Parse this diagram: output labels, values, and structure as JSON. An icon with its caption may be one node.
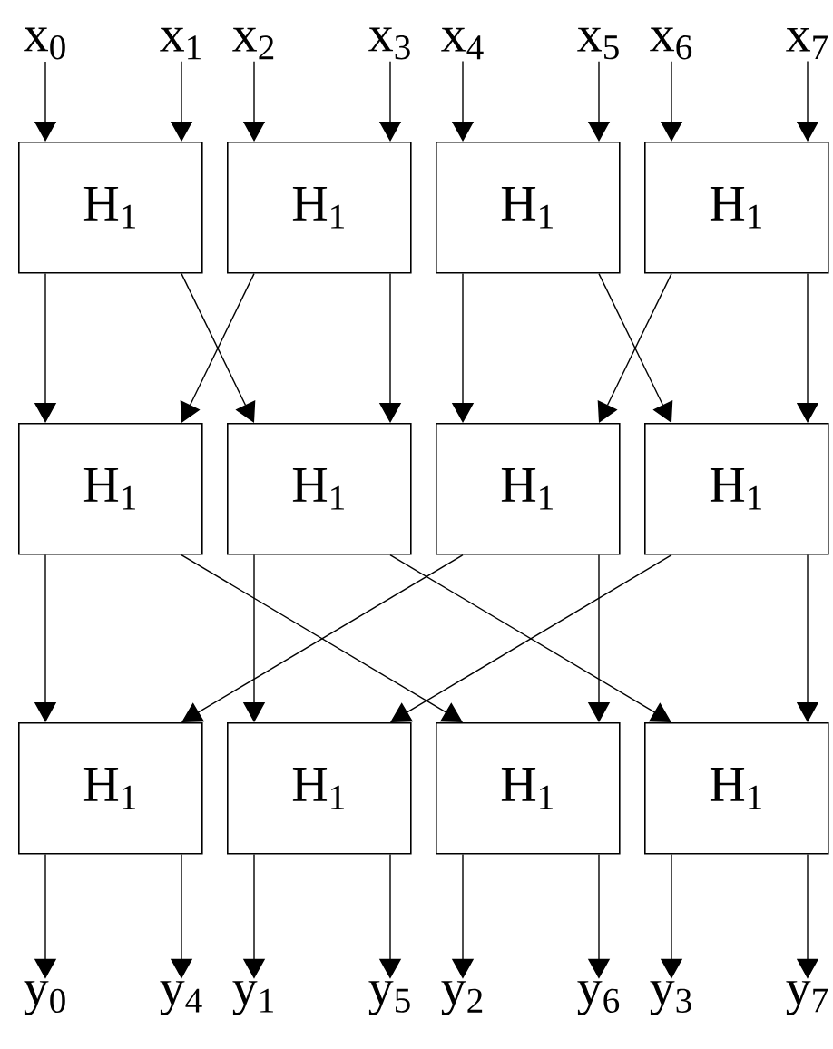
{
  "diagram": {
    "nodes": [
      {
        "text": [
          "x$_{0}$"
        ]
      },
      {
        "text": [
          "x$_{1}$"
        ]
      },
      {
        "text": [
          "x$_{2}$"
        ]
      },
      {
        "text": [
          "x$_{3}$"
        ]
      },
      {
        "text": [
          "x$_{4}$"
        ]
      },
      {
        "text": [
          "x$_{5}$"
        ]
      },
      {
        "text": [
          "x$_{6}$"
        ]
      },
      {
        "text": [
          "x$_{7}$"
        ]
      },
      {
        "text": [
          "H$_{1}$"
        ]
      },
      {
        "text": [
          "H$_{1}$"
        ]
      },
      {
        "text": [
          "H$_{1}$"
        ]
      },
      {
        "text": [
          "H$_{1}$"
        ]
      },
      {
        "text": [
          "H$_{1}$"
        ]
      },
      {
        "text": [
          "H$_{1}$"
        ]
      },
      {
        "text": [
          "H$_{1}$"
        ]
      },
      {
        "text": [
          "H$_{1}$"
        ]
      },
      {
        "text": [
          "H$_{1}$"
        ]
      },
      {
        "text": [
          "H$_{1}$"
        ]
      },
      {
        "text": [
          "H$_{1}$"
        ]
      },
      {
        "text": [
          "H$_{1}$"
        ]
      },
      {
        "text": [
          "y$_{0}$"
        ]
      },
      {
        "text": [
          "y$_{4}$"
        ]
      },
      {
        "text": [
          "y$_{1}$"
        ]
      },
      {
        "text": [
          "y$_{5}$"
        ]
      },
      {
        "text": [
          "y$_{2}$"
        ]
      },
      {
        "text": [
          "y$_{6}$"
        ]
      },
      {
        "text": [
          "y$_{3}$"
        ]
      },
      {
        "text": [
          "y$_{7}$"
        ]
      }
    ],
    "edges": [
      {
        "from": 0,
        "to": 8,
        "arrow": "to"
      },
      {
        "from": 1,
        "to": 8,
        "arrow": "to"
      },
      {
        "from": 2,
        "to": 9,
        "arrow": "to"
      },
      {
        "from": 3,
        "to": 9,
        "arrow": "to"
      },
      {
        "from": 4,
        "to": 10,
        "arrow": "to"
      },
      {
        "from": 5,
        "to": 10,
        "arrow": "to"
      },
      {
        "from": 6,
        "to": 11,
        "arrow": "to"
      },
      {
        "from": 7,
        "to": 11,
        "arrow": "to"
      },
      {
        "from": 8,
        "to": 12,
        "arrow": "to"
      },
      {
        "from": 8,
        "to": 13,
        "arrow": "to"
      },
      {
        "from": 9,
        "to": 12,
        "arrow": "to"
      },
      {
        "from": 9,
        "to": 13,
        "arrow": "to"
      },
      {
        "from": 10,
        "to": 14,
        "arrow": "to"
      },
      {
        "from": 10,
        "to": 15,
        "arrow": "to"
      },
      {
        "from": 11,
        "to": 14,
        "arrow": "to"
      },
      {
        "from": 11,
        "to": 15,
        "arrow": "to"
      },
      {
        "from": 12,
        "to": 16,
        "arrow": "to"
      },
      {
        "from": 12,
        "to": 18,
        "arrow": "to"
      },
      {
        "from": 13,
        "to": 17,
        "arrow": "to"
      },
      {
        "from": 13,
        "to": 19,
        "arrow": "to"
      },
      {
        "from": 14,
        "to": 16,
        "arrow": "to"
      },
      {
        "from": 14,
        "to": 18,
        "arrow": "to"
      },
      {
        "from": 15,
        "to": 17,
        "arrow": "to"
      },
      {
        "from": 15,
        "to": 19,
        "arrow": "to"
      },
      {
        "from": 16,
        "to": 20,
        "arrow": "to"
      },
      {
        "from": 16,
        "to": 21,
        "arrow": "to"
      },
      {
        "from": 17,
        "to": 22,
        "arrow": "to"
      },
      {
        "from": 17,
        "to": 23,
        "arrow": "to"
      },
      {
        "from": 18,
        "to": 24,
        "arrow": "to"
      },
      {
        "from": 18,
        "to": 25,
        "arrow": "to"
      },
      {
        "from": 19,
        "to": 26,
        "arrow": "to"
      },
      {
        "from": 19,
        "to": 27,
        "arrow": "to"
      }
    ]
  }
}
